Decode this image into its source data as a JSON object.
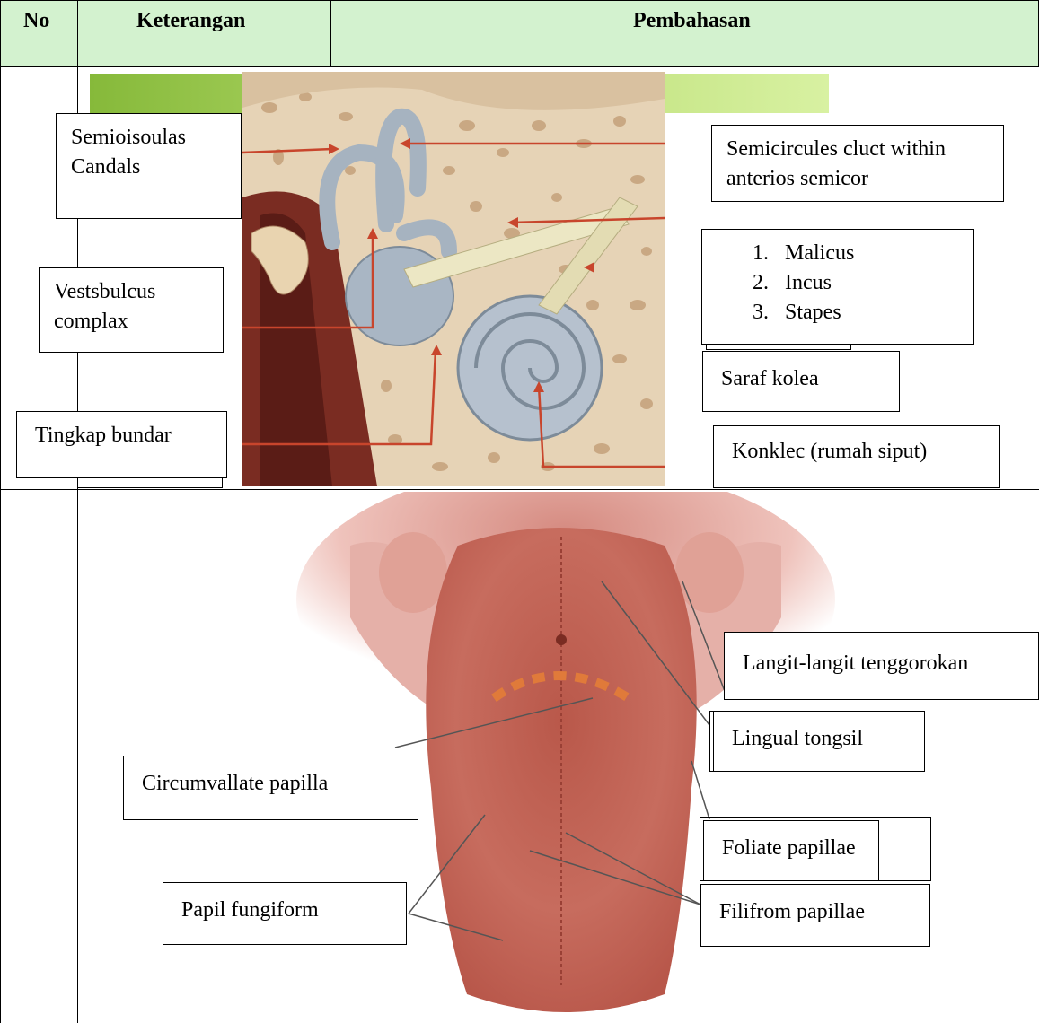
{
  "table": {
    "headers": {
      "no": "No",
      "keterangan": "Keterangan",
      "pembahasan": "Pembahasan"
    }
  },
  "ear_figure": {
    "labels": {
      "semicircular_canals": "Semioisoulas Candals",
      "semicircular_duct": "Semicircules cluct within anterios semicor",
      "ossicles": [
        "Malicus",
        "Incus",
        "Stapes"
      ],
      "vestibular_complex": "Vestsbulcus complax",
      "cochlear_nerve": "Saraf kolea",
      "round_window": "Tingkap bundar",
      "cochlea": "Konklec (rumah siput)"
    }
  },
  "tongue_figure": {
    "labels": {
      "palatine": "Langit-langit tenggorokan",
      "lingual_tonsil": "Lingual tongsil",
      "circumvallate": "Circumvallate papilla",
      "foliate": "Foliate papillae",
      "fungiform": "Papil fungiform",
      "filiform": "Filifrom papillae"
    }
  },
  "colors": {
    "header_bg": "#d3f2cf",
    "leader_line_ear": "#c8452c",
    "bone": "#e6d3b6",
    "tongue": "#c06a5c"
  }
}
